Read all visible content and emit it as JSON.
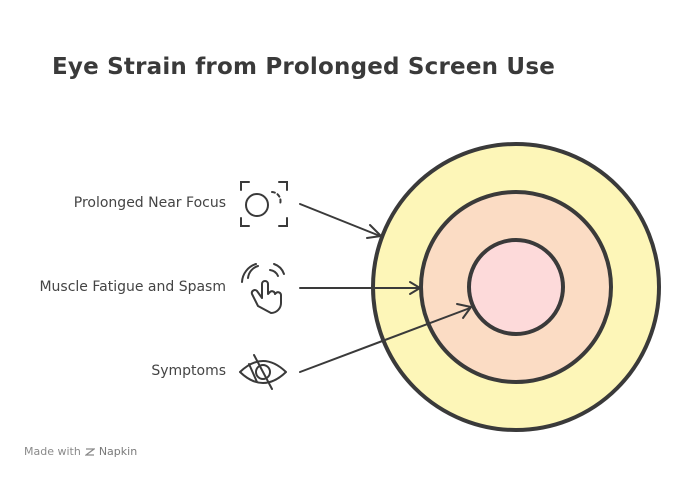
{
  "title": "Eye Strain from Prolonged Screen Use",
  "items": [
    {
      "label": "Prolonged Near Focus",
      "icon": "focus-target-icon"
    },
    {
      "label": "Muscle Fatigue and Spasm",
      "icon": "hand-vibration-icon"
    },
    {
      "label": "Symptoms",
      "icon": "eye-crossed-icon"
    }
  ],
  "rings": [
    {
      "name": "outer-ring",
      "fill": "#fdf6b8"
    },
    {
      "name": "middle-ring",
      "fill": "#fbdcc4"
    },
    {
      "name": "inner-ring",
      "fill": "#fddada"
    }
  ],
  "stroke_color": "#3a3a3a",
  "footer": {
    "made_with": "Made with",
    "brand": "Napkin"
  }
}
